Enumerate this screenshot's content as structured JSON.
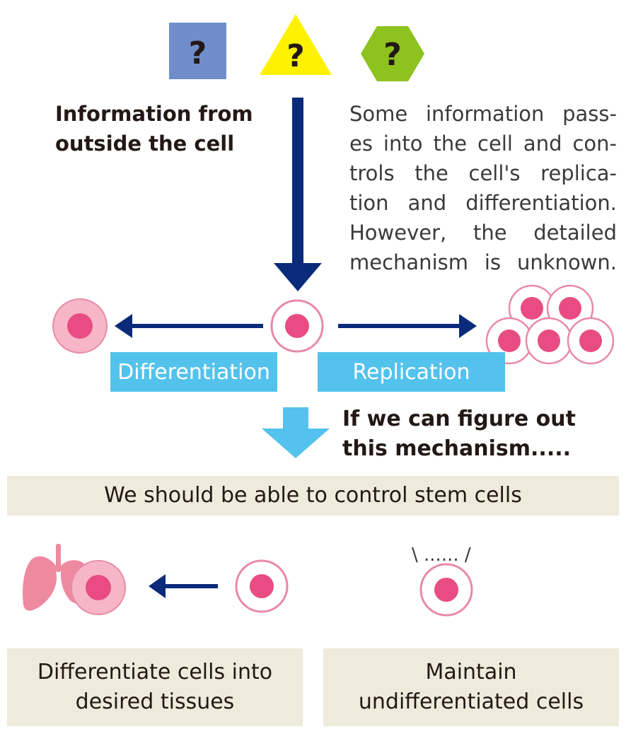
{
  "shapes": {
    "square_mark": "?",
    "triangle_mark": "?",
    "hexagon_mark": "?",
    "square_color": "#6f8ec9",
    "triangle_color": "#fff200",
    "hexagon_color": "#8dc21f"
  },
  "top": {
    "outside_info_line1": "Information from",
    "outside_info_line2": "outside the cell",
    "description_lines": [
      "Some information pass-",
      "es into the cell and con-",
      "trols the cell's replica-",
      "tion and differentiation.",
      "However, the detailed",
      "mechanism is unknown."
    ]
  },
  "labels": {
    "differentiation": "Differentiation",
    "replication": "Replication"
  },
  "middle": {
    "figure_line1": "If we can figure out",
    "figure_line2": "this mechanism.....",
    "control_banner": "We should be able to control stem cells"
  },
  "bottom": {
    "left_box_line1": "Differentiate cells into",
    "left_box_line2": "desired tissues",
    "right_box_line1": "Maintain",
    "right_box_line2": "undifferentiated cells",
    "thinking_mark": "\\  ......  /"
  },
  "colors": {
    "dark_arrow": "#0a2a7a",
    "light_arrow": "#53c2ec",
    "cell_nucleus": "#e84c82",
    "cell_outline": "#e88aa6",
    "differentiated_fill": "#f6b6c8",
    "lung": "#ee8aa0",
    "beige_box": "#efebdc"
  }
}
